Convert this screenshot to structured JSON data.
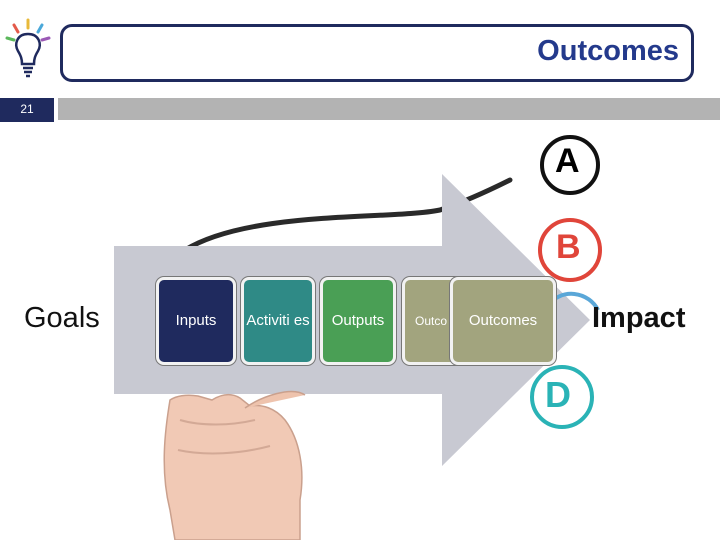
{
  "header": {
    "title": "Outcomes",
    "slide_number": "21"
  },
  "diagram": {
    "left_label": "Goals",
    "right_label": "Impact",
    "boxes": [
      {
        "label": "Inputs",
        "color": "#1f2a5e"
      },
      {
        "label": "Activiti es",
        "color": "#2f8a86"
      },
      {
        "label": "Outputs",
        "color": "#4a9f55"
      },
      {
        "label": "Outco",
        "color": "#a2a47e"
      },
      {
        "label": "Outcomes",
        "color": "#a2a47e"
      }
    ],
    "circles": [
      {
        "letter": "A",
        "color": "#111111"
      },
      {
        "letter": "B",
        "color": "#e0453a"
      },
      {
        "letter": "D",
        "color": "#2ab3b6"
      }
    ]
  },
  "colors": {
    "accent": "#243a8c",
    "arrow": "#c8c9d2",
    "header_bar": "#b3b3b3"
  }
}
